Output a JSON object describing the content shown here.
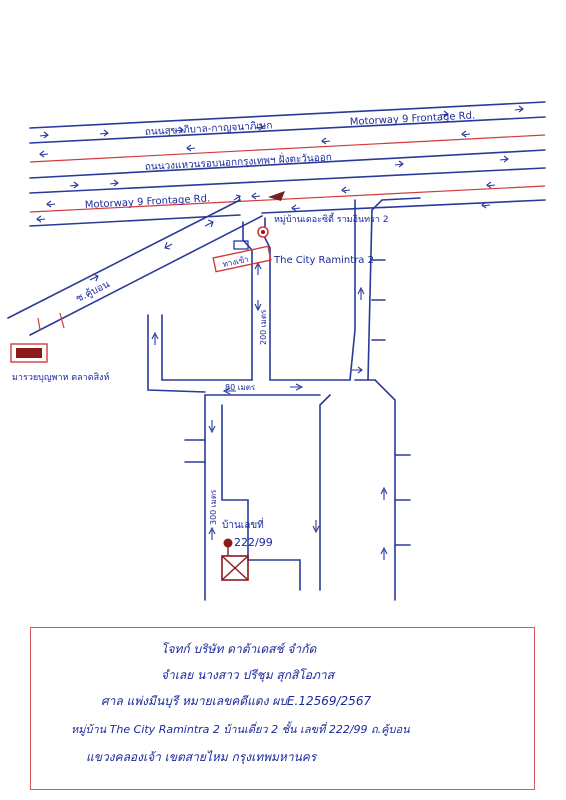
{
  "map": {
    "road_labels": {
      "expressway_top": "ถนนสุขาภิบาล-กาญจนาภิเษก",
      "motorway_frontage_top": "Motorway 9 Frontage Rd.",
      "outer_ring_road": "ถนนวงแหวนรอบนอกกรุงเทพฯ ฝั่งตะวันออก",
      "motorway_frontage_bottom": "Motorway 9 Frontage Rd.",
      "side_road": "ซ.คู้บอน"
    },
    "village_label": "หมู่บ้านเดอะซิตี้ รามอินทรา 2",
    "village_label_en": "The City Ramintra 2",
    "entrance_label": "ทางเข้า",
    "school_label": "มารวยบุญพาห ตลาดสิงห์",
    "distances": {
      "d200": "200 เมตร",
      "d80": "80 เมตร",
      "d300": "300 เมตร"
    },
    "house_label": "บ้านเลขที่",
    "house_number": "222/99",
    "colors": {
      "ink": "#1b2a9c",
      "red": "#d23b3b",
      "road": "#2a3a9a"
    }
  },
  "info": {
    "line1": "โจทก์ บริษัท ดาต้าเดสช์ จำกัด",
    "line2": "จำเลย นางสาว ปรีชุม สุกสิโอภาส",
    "line3": "ศาล แพ่งมีนบุรี หมายเลขคดีแดง ผบE.12569/2567",
    "line4": "หมู่บ้าน The City Ramintra 2 บ้านเดี่ยว 2 ชั้น เลขที่ 222/99 ถ.คู้บอน",
    "line5": "แขวงคลองเจ้า เขตสายไหม กรุงเทพมหานคร"
  }
}
